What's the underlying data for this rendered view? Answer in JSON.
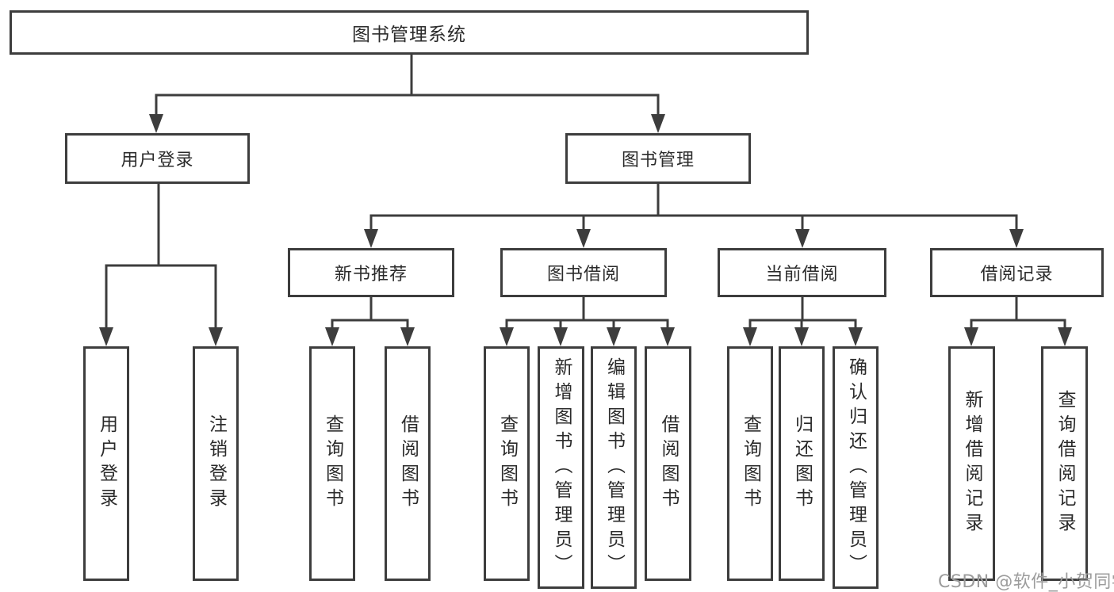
{
  "diagram": {
    "root": {
      "label": "图书管理系统"
    },
    "level2": [
      {
        "label": "用户登录"
      },
      {
        "label": "图书管理"
      }
    ],
    "level3": [
      {
        "label": "新书推荐"
      },
      {
        "label": "图书借阅"
      },
      {
        "label": "当前借阅"
      },
      {
        "label": "借阅记录"
      }
    ],
    "leaves": [
      {
        "label": "用户登录"
      },
      {
        "label": "注销登录"
      },
      {
        "label": "查询图书"
      },
      {
        "label": "借阅图书"
      },
      {
        "label": "查询图书"
      },
      {
        "label": "新增图书（管理员）"
      },
      {
        "label": "编辑图书（管理员）"
      },
      {
        "label": "借阅图书"
      },
      {
        "label": "查询图书"
      },
      {
        "label": "归还图书"
      },
      {
        "label": "确认归还（管理员）"
      },
      {
        "label": "新增借阅记录"
      },
      {
        "label": "查询借阅记录"
      }
    ],
    "watermark": "CSDN @软件_小贺同学",
    "colors": {
      "line": "#3d3d3d",
      "text": "#2b2b2b",
      "watermark": "#9c9c9c",
      "background": "#ffffff"
    }
  }
}
